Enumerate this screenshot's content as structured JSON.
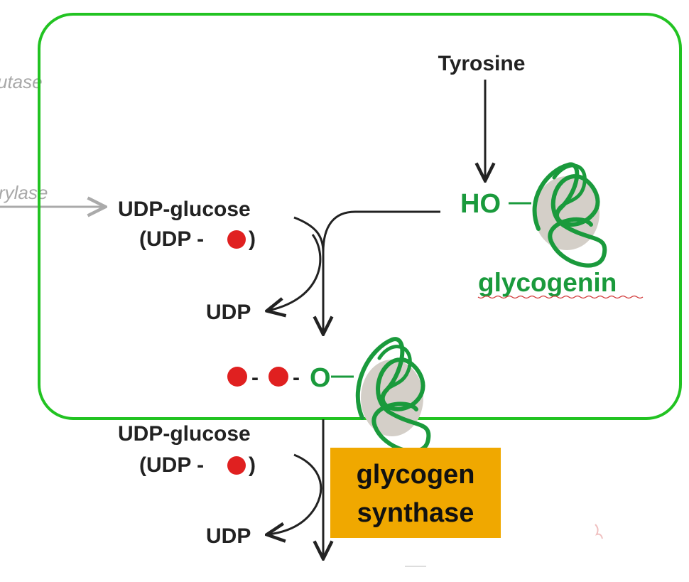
{
  "faint_labels": {
    "mutase_fragment": "utase",
    "phosphorylase_fragment": "rylase"
  },
  "labels": {
    "tyrosine": "Tyrosine",
    "udp_glucose_1": "UDP-glucose",
    "udp_glucose_1_paren": "(UDP - ",
    "udp_glucose_1_close": ")",
    "udp_1": "UDP",
    "ho": "HO",
    "glycogenin": "glycogenin",
    "dash_1": "-",
    "dash_2": "-",
    "o_label": "O",
    "udp_glucose_2": "UDP-glucose",
    "udp_glucose_2_paren": "(UDP - ",
    "udp_glucose_2_close": ")",
    "udp_2": "UDP",
    "glycogen_synthase_line1": "glycogen",
    "glycogen_synthase_line2": "synthase"
  },
  "colors": {
    "highlight_box": "#22c322",
    "glycogenin_green": "#1a9a3c",
    "glucose_red": "#e02020",
    "synthase_box": "#f0a800",
    "arrow": "#222222",
    "faint": "#9a9a9a",
    "protein_fill": "#d4cfc8"
  }
}
